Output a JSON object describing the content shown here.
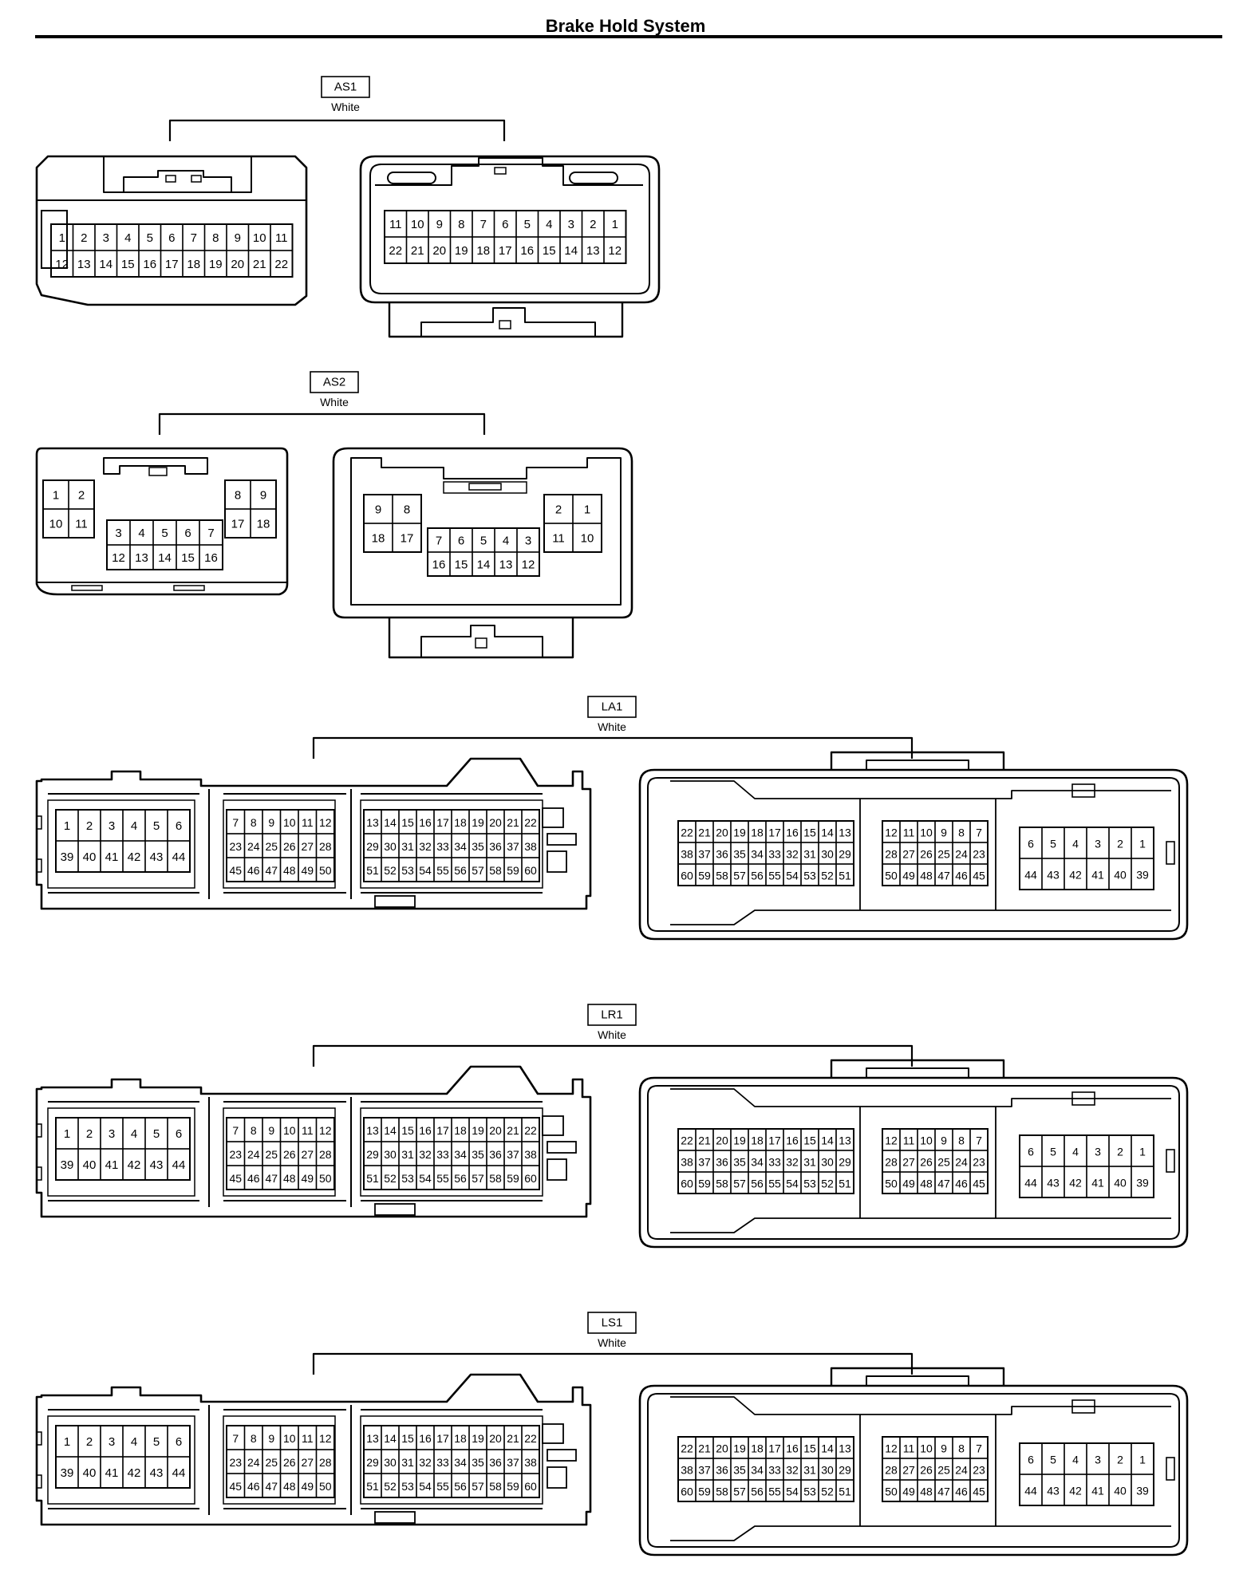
{
  "page": {
    "title": "Brake Hold System"
  },
  "connectors": [
    {
      "name": "AS1",
      "color": "White",
      "kind": "as1",
      "left_rows": [
        [
          "1",
          "2",
          "3",
          "4",
          "5",
          "6",
          "7",
          "8",
          "9",
          "10",
          "11"
        ],
        [
          "12",
          "13",
          "14",
          "15",
          "16",
          "17",
          "18",
          "19",
          "20",
          "21",
          "22"
        ]
      ],
      "right_rows": [
        [
          "11",
          "10",
          "9",
          "8",
          "7",
          "6",
          "5",
          "4",
          "3",
          "2",
          "1"
        ],
        [
          "22",
          "21",
          "20",
          "19",
          "18",
          "17",
          "16",
          "15",
          "14",
          "13",
          "12"
        ]
      ]
    },
    {
      "name": "AS2",
      "color": "White",
      "kind": "as2",
      "left_groups": {
        "a": [
          [
            "1",
            "2"
          ],
          [
            "10",
            "11"
          ]
        ],
        "b": [
          [
            "3",
            "4",
            "5",
            "6",
            "7"
          ],
          [
            "12",
            "13",
            "14",
            "15",
            "16"
          ]
        ],
        "c": [
          [
            "8",
            "9"
          ],
          [
            "17",
            "18"
          ]
        ]
      },
      "right_groups": {
        "a": [
          [
            "9",
            "8"
          ],
          [
            "18",
            "17"
          ]
        ],
        "b": [
          [
            "7",
            "6",
            "5",
            "4",
            "3"
          ],
          [
            "16",
            "15",
            "14",
            "13",
            "12"
          ]
        ],
        "c": [
          [
            "2",
            "1"
          ],
          [
            "11",
            "10"
          ]
        ]
      }
    },
    {
      "name": "LA1",
      "color": "White",
      "kind": "ecu60",
      "left_groups": {
        "a": [
          [
            "1",
            "2",
            "3",
            "4",
            "5",
            "6"
          ],
          [
            "39",
            "40",
            "41",
            "42",
            "43",
            "44"
          ]
        ],
        "b": [
          [
            "7",
            "8",
            "9",
            "10",
            "11",
            "12"
          ],
          [
            "23",
            "24",
            "25",
            "26",
            "27",
            "28"
          ],
          [
            "45",
            "46",
            "47",
            "48",
            "49",
            "50"
          ]
        ],
        "c": [
          [
            "13",
            "14",
            "15",
            "16",
            "17",
            "18",
            "19",
            "20",
            "21",
            "22"
          ],
          [
            "29",
            "30",
            "31",
            "32",
            "33",
            "34",
            "35",
            "36",
            "37",
            "38"
          ],
          [
            "51",
            "52",
            "53",
            "54",
            "55",
            "56",
            "57",
            "58",
            "59",
            "60"
          ]
        ]
      },
      "right_groups": {
        "a": [
          [
            "22",
            "21",
            "20",
            "19",
            "18",
            "17",
            "16",
            "15",
            "14",
            "13"
          ],
          [
            "38",
            "37",
            "36",
            "35",
            "34",
            "33",
            "32",
            "31",
            "30",
            "29"
          ],
          [
            "60",
            "59",
            "58",
            "57",
            "56",
            "55",
            "54",
            "53",
            "52",
            "51"
          ]
        ],
        "b": [
          [
            "12",
            "11",
            "10",
            "9",
            "8",
            "7"
          ],
          [
            "28",
            "27",
            "26",
            "25",
            "24",
            "23"
          ],
          [
            "50",
            "49",
            "48",
            "47",
            "46",
            "45"
          ]
        ],
        "c": [
          [
            "6",
            "5",
            "4",
            "3",
            "2",
            "1"
          ],
          [
            "44",
            "43",
            "42",
            "41",
            "40",
            "39"
          ]
        ]
      }
    },
    {
      "name": "LR1",
      "color": "White",
      "kind": "ecu60",
      "left_groups": {
        "a": [
          [
            "1",
            "2",
            "3",
            "4",
            "5",
            "6"
          ],
          [
            "39",
            "40",
            "41",
            "42",
            "43",
            "44"
          ]
        ],
        "b": [
          [
            "7",
            "8",
            "9",
            "10",
            "11",
            "12"
          ],
          [
            "23",
            "24",
            "25",
            "26",
            "27",
            "28"
          ],
          [
            "45",
            "46",
            "47",
            "48",
            "49",
            "50"
          ]
        ],
        "c": [
          [
            "13",
            "14",
            "15",
            "16",
            "17",
            "18",
            "19",
            "20",
            "21",
            "22"
          ],
          [
            "29",
            "30",
            "31",
            "32",
            "33",
            "34",
            "35",
            "36",
            "37",
            "38"
          ],
          [
            "51",
            "52",
            "53",
            "54",
            "55",
            "56",
            "57",
            "58",
            "59",
            "60"
          ]
        ]
      },
      "right_groups": {
        "a": [
          [
            "22",
            "21",
            "20",
            "19",
            "18",
            "17",
            "16",
            "15",
            "14",
            "13"
          ],
          [
            "38",
            "37",
            "36",
            "35",
            "34",
            "33",
            "32",
            "31",
            "30",
            "29"
          ],
          [
            "60",
            "59",
            "58",
            "57",
            "56",
            "55",
            "54",
            "53",
            "52",
            "51"
          ]
        ],
        "b": [
          [
            "12",
            "11",
            "10",
            "9",
            "8",
            "7"
          ],
          [
            "28",
            "27",
            "26",
            "25",
            "24",
            "23"
          ],
          [
            "50",
            "49",
            "48",
            "47",
            "46",
            "45"
          ]
        ],
        "c": [
          [
            "6",
            "5",
            "4",
            "3",
            "2",
            "1"
          ],
          [
            "44",
            "43",
            "42",
            "41",
            "40",
            "39"
          ]
        ]
      }
    },
    {
      "name": "LS1",
      "color": "White",
      "kind": "ecu60",
      "left_groups": {
        "a": [
          [
            "1",
            "2",
            "3",
            "4",
            "5",
            "6"
          ],
          [
            "39",
            "40",
            "41",
            "42",
            "43",
            "44"
          ]
        ],
        "b": [
          [
            "7",
            "8",
            "9",
            "10",
            "11",
            "12"
          ],
          [
            "23",
            "24",
            "25",
            "26",
            "27",
            "28"
          ],
          [
            "45",
            "46",
            "47",
            "48",
            "49",
            "50"
          ]
        ],
        "c": [
          [
            "13",
            "14",
            "15",
            "16",
            "17",
            "18",
            "19",
            "20",
            "21",
            "22"
          ],
          [
            "29",
            "30",
            "31",
            "32",
            "33",
            "34",
            "35",
            "36",
            "37",
            "38"
          ],
          [
            "51",
            "52",
            "53",
            "54",
            "55",
            "56",
            "57",
            "58",
            "59",
            "60"
          ]
        ]
      },
      "right_groups": {
        "a": [
          [
            "22",
            "21",
            "20",
            "19",
            "18",
            "17",
            "16",
            "15",
            "14",
            "13"
          ],
          [
            "38",
            "37",
            "36",
            "35",
            "34",
            "33",
            "32",
            "31",
            "30",
            "29"
          ],
          [
            "60",
            "59",
            "58",
            "57",
            "56",
            "55",
            "54",
            "53",
            "52",
            "51"
          ]
        ],
        "b": [
          [
            "12",
            "11",
            "10",
            "9",
            "8",
            "7"
          ],
          [
            "28",
            "27",
            "26",
            "25",
            "24",
            "23"
          ],
          [
            "50",
            "49",
            "48",
            "47",
            "46",
            "45"
          ]
        ],
        "c": [
          [
            "6",
            "5",
            "4",
            "3",
            "2",
            "1"
          ],
          [
            "44",
            "43",
            "42",
            "41",
            "40",
            "39"
          ]
        ]
      }
    }
  ]
}
